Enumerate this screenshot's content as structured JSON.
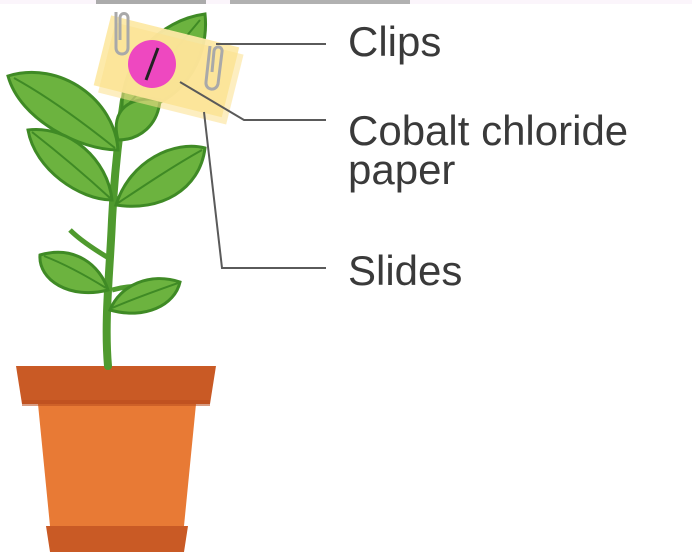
{
  "diagram": {
    "labels": {
      "clips": "Clips",
      "cobalt_line1": "Cobalt chloride",
      "cobalt_line2": "paper",
      "slides": "Slides"
    },
    "colors": {
      "label_text": "#3a3a3a",
      "leader_line": "#5a5a5a",
      "leaf": "#6cb33f",
      "leaf_dark": "#3f8a25",
      "stem": "#4f9a2e",
      "pot": "#e87a35",
      "pot_rim": "#c95a25",
      "slide": "#fde9a5",
      "cobalt_paper": "#ee48c0",
      "clip": "#b5b5b5"
    }
  }
}
